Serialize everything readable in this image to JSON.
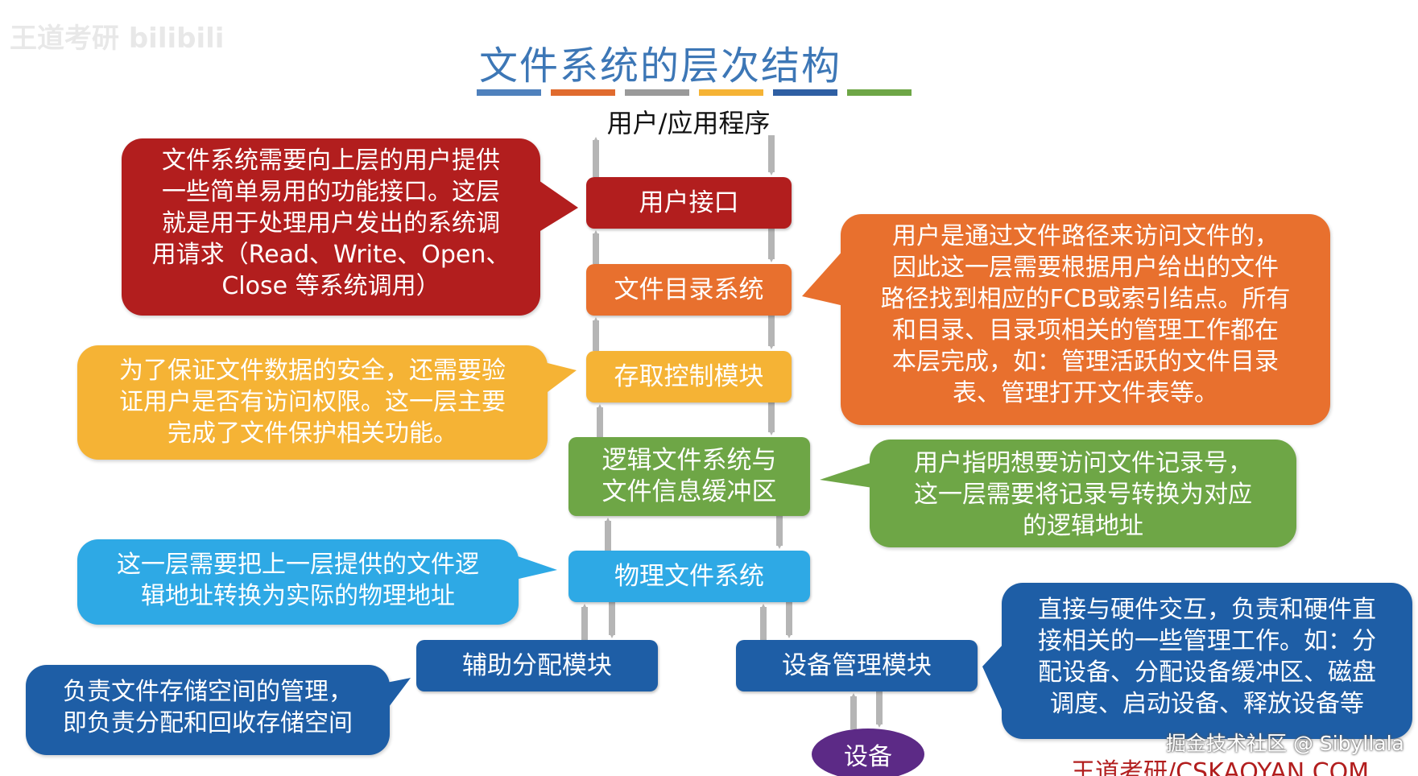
{
  "title": "文件系统的层次结构",
  "top_label": "用户/应用程序",
  "title_bar_colors": [
    "#4f81bd",
    "#e06b2e",
    "#9a9a9a",
    "#f5b335",
    "#2e5fa3",
    "#6ea646"
  ],
  "layers": {
    "user_interface": {
      "label": "用户接口",
      "color": "#b21e1e"
    },
    "directory_system": {
      "label": "文件目录系统",
      "color": "#e8702e"
    },
    "access_control": {
      "label": "存取控制模块",
      "color": "#f5b335"
    },
    "logical_fs": {
      "label": "逻辑文件系统与\n文件信息缓冲区",
      "color": "#6ea646"
    },
    "physical_fs": {
      "label": "物理文件系统",
      "color": "#2ea9e5"
    },
    "allocation": {
      "label": "辅助分配模块",
      "color": "#1e5ea6"
    },
    "device_mgmt": {
      "label": "设备管理模块",
      "color": "#1e5ea6"
    },
    "device": {
      "label": "设备",
      "color": "#5c2a86"
    }
  },
  "notes": {
    "user_interface": "文件系统需要向上层的用户提供\n一些简单易用的功能接口。这层\n就是用于处理用户发出的系统调\n用请求（Read、Write、Open、\nClose 等系统调用）",
    "directory_system": "用户是通过文件路径来访问文件的，\n因此这一层需要根据用户给出的文件\n路径找到相应的FCB或索引结点。所有\n和目录、目录项相关的管理工作都在\n本层完成，如：管理活跃的文件目录\n表、管理打开文件表等。",
    "access_control": "为了保证文件数据的安全，还需要验\n证用户是否有访问权限。这一层主要\n完成了文件保护相关功能。",
    "logical_fs": "用户指明想要访问文件记录号，\n这一层需要将记录号转换为对应\n的逻辑地址",
    "physical_fs": "这一层需要把上一层提供的文件逻\n辑地址转换为实际的物理地址",
    "allocation": "负责文件存储空间的管理，\n即负责分配和回收存储空间",
    "device_mgmt": "直接与硬件交互，负责和硬件直\n接相关的一些管理工作。如：分\n配设备、分配设备缓冲区、磁盘\n调度、启动设备、释放设备等"
  },
  "watermarks": {
    "top_left": "王道考研 bilibili",
    "bottom_right": "掘金技术社区 @ Sibyllala",
    "footer": "王道考研/CSKAOYAN.COM"
  }
}
